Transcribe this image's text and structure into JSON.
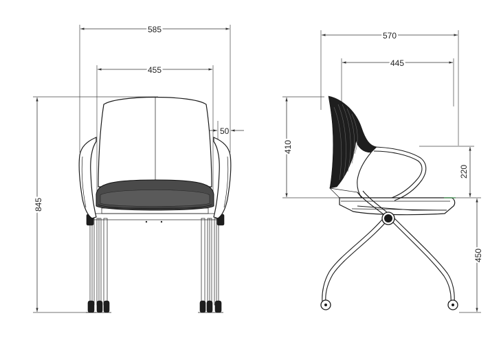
{
  "front_view": {
    "overall_width": "585",
    "seat_width": "455",
    "armrest_width": "50",
    "overall_height": "845"
  },
  "side_view": {
    "overall_depth": "570",
    "seat_depth": "445",
    "back_height": "410",
    "armrest_height": "220",
    "seat_height": "450"
  },
  "colors": {
    "line": "#1a1a1a",
    "cushion": "#4a4a4a",
    "mesh": "#1e1e1e",
    "accent": "#3a8a4a"
  }
}
